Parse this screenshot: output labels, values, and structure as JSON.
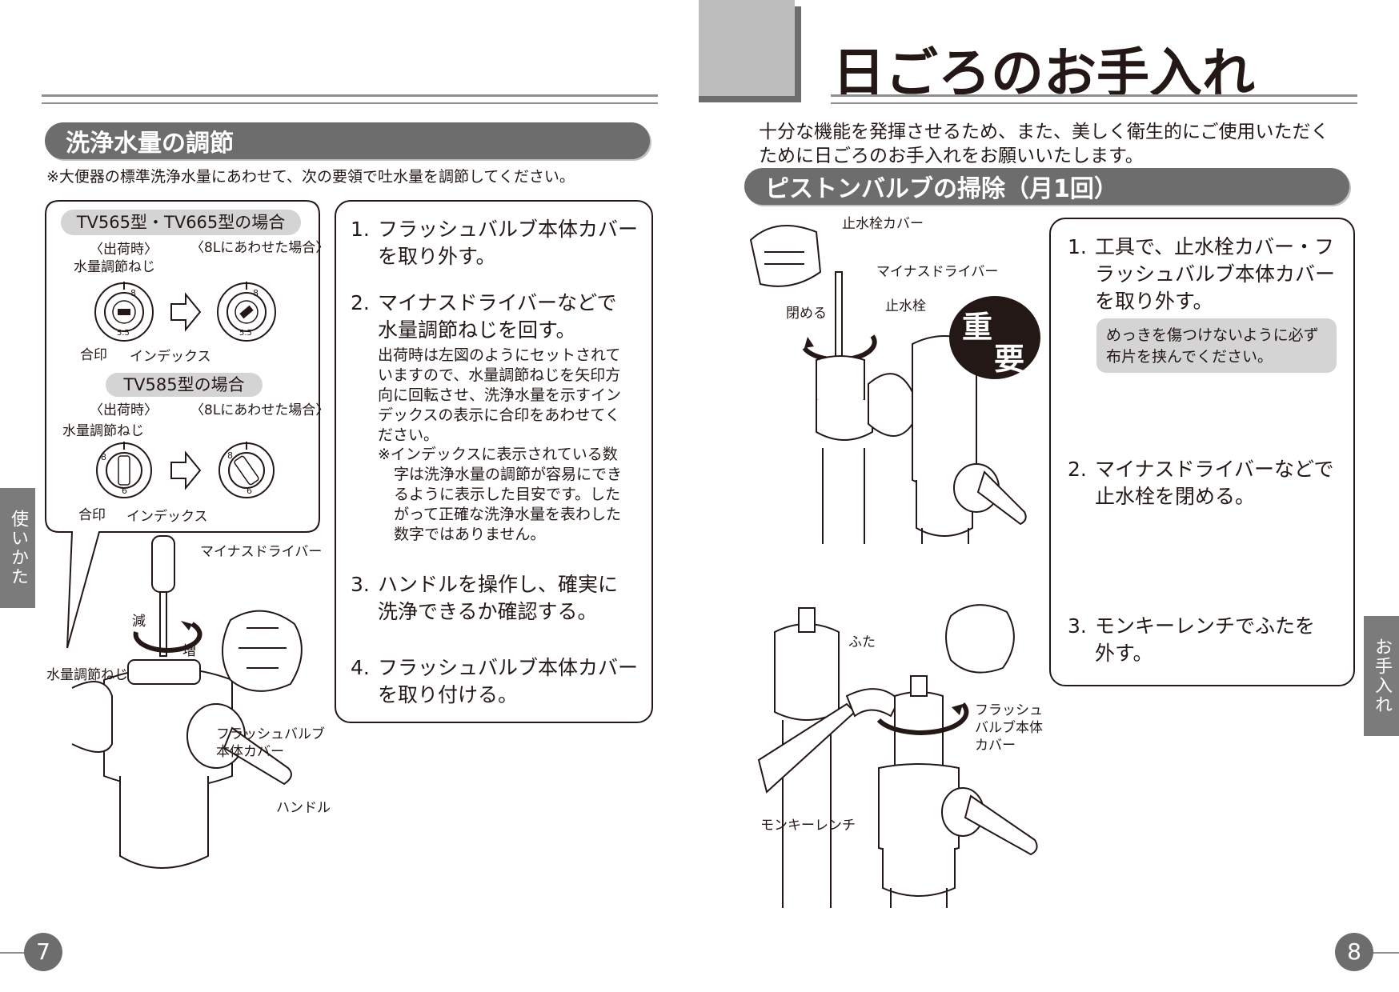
{
  "left_page": {
    "section_title": "洗浄水量の調節",
    "note": "※大便器の標準洗浄水量にあわせて、次の要領で吐水量を調節してください。",
    "diagram": {
      "model_a": "TV565型・TV665型の場合",
      "model_b": "TV585型の場合",
      "factory_a": "〈出荷時〉",
      "adjusted_a": "〈8Lにあわせた場合〉",
      "factory_b": "〈出荷時〉",
      "adjusted_b": "〈8Lにあわせた場合〉",
      "screw_a": "水量調節ねじ",
      "screw_b": "水量調節ねじ",
      "mark_a": "合印",
      "index_a": "インデックス",
      "mark_b": "合印",
      "index_b": "インデックス",
      "dial_num_8": "8",
      "dial_num_55": "5.5",
      "dial_num_6": "6",
      "driver_label": "マイナスドライバー",
      "decrease": "減",
      "increase": "増",
      "screw_label": "水量調節ねじ",
      "cover_label_1": "フラッシュバルブ",
      "cover_label_2": "本体カバー",
      "handle_label": "ハンドル"
    },
    "steps": [
      {
        "num": "1.",
        "line1": "フラッシュバルブ本体カバー",
        "line2": "を取り外す。"
      },
      {
        "num": "2.",
        "line1": "マイナスドライバーなどで",
        "line2": "水量調節ねじを回す。"
      },
      {
        "num": "3.",
        "line1": "ハンドルを操作し、確実に",
        "line2": "洗浄できるか確認する。"
      },
      {
        "num": "4.",
        "line1": "フラッシュバルブ本体カバー",
        "line2": "を取り付ける。"
      }
    ],
    "step2_detail": [
      "出荷時は左図のようにセットされて",
      "いますので、水量調節ねじを矢印方",
      "向に回転させ、洗浄水量を示すイン",
      "デックスの表示に合印をあわせてく",
      "ださい。"
    ],
    "step2_note": [
      "※インデックスに表示されている数",
      "字は洗浄水量の調節が容易にでき",
      "るように表示した目安です。した",
      "がって正確な洗浄水量を表わした",
      "数字ではありません。"
    ],
    "side_tab": "使いかた",
    "page_number": "7"
  },
  "right_page": {
    "title": "日ごろのお手入れ",
    "intro_1": "十分な機能を発揮させるため、また、美しく衛生的にご使用いただく",
    "intro_2": "ために日ごろのお手入れをお願いいたします。",
    "section_title": "ピストンバルブの掃除（月1回）",
    "diagram": {
      "cover_label": "止水栓カバー",
      "driver_label": "マイナスドライバー",
      "close_label": "閉める",
      "valve_label": "止水栓",
      "important_1": "重",
      "important_2": "要",
      "lid_label": "ふた",
      "fv_cover_1": "フラッシュ",
      "fv_cover_2": "バルブ本体",
      "fv_cover_3": "カバー",
      "wrench_label": "モンキーレンチ"
    },
    "steps": [
      {
        "num": "1.",
        "lines": [
          "工具で、止水栓カバー・フ",
          "ラッシュバルブ本体カバー",
          "を取り外す。"
        ]
      },
      {
        "num": "2.",
        "lines": [
          "マイナスドライバーなどで",
          "止水栓を閉める。"
        ]
      },
      {
        "num": "3.",
        "lines": [
          "モンキーレンチでふたを",
          "外す。"
        ]
      }
    ],
    "caution": [
      "めっきを傷つけないように必ず",
      "布片を挟んでください。"
    ],
    "side_tab": "お手入れ",
    "page_number": "8"
  }
}
